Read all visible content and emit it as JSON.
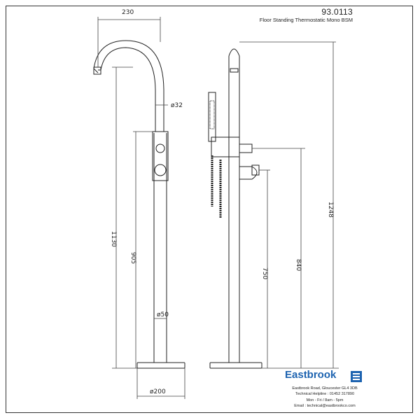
{
  "title_block": {
    "product_code": "93.0113",
    "description": "Floor Standing Thermostatic Mono BSM"
  },
  "dimensions": {
    "spout_reach": "230",
    "spout_diameter": "ø32",
    "total_height_left": "1130",
    "valve_height": "905",
    "riser_diameter": "ø50",
    "base_diameter": "ø200",
    "total_height_right": "1248",
    "handset_holder_height": "840",
    "diverter_height": "750"
  },
  "company": {
    "name": "Eastbrook",
    "address": "Eastbrook Road, Gloucester GL4 3DB",
    "helpline": "Technical Helpline : 01452 317890",
    "hours": "Mon - Fri / 8am - 5pm",
    "email": "Email : technical@eastbrookco.com",
    "brand_color": "#1d63b0"
  }
}
